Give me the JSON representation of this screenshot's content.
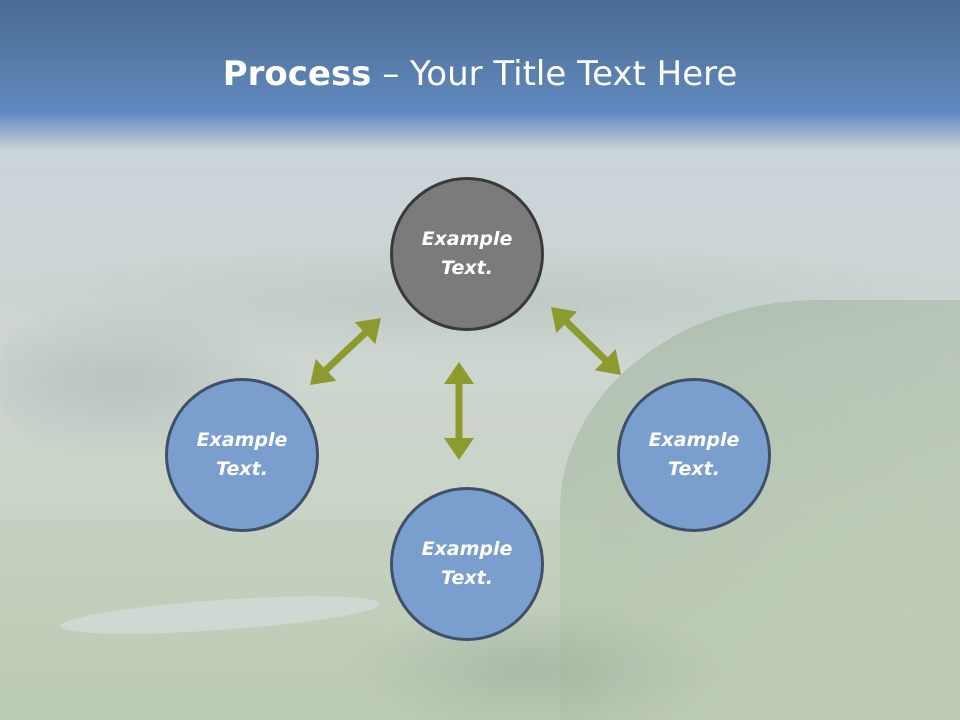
{
  "slide": {
    "title_bold": "Process",
    "title_rest": " – Your Title Text Here"
  },
  "diagram": {
    "nodes": {
      "top": {
        "label": "Example\nText.",
        "fill": "#7b7b7b"
      },
      "left": {
        "label": "Example\nText.",
        "fill": "#7a9fcf"
      },
      "right": {
        "label": "Example\nText.",
        "fill": "#7a9fcf"
      },
      "bottom": {
        "label": "Example\nText.",
        "fill": "#7a9fcf"
      }
    },
    "arrow_color": "#8c9a2e"
  }
}
